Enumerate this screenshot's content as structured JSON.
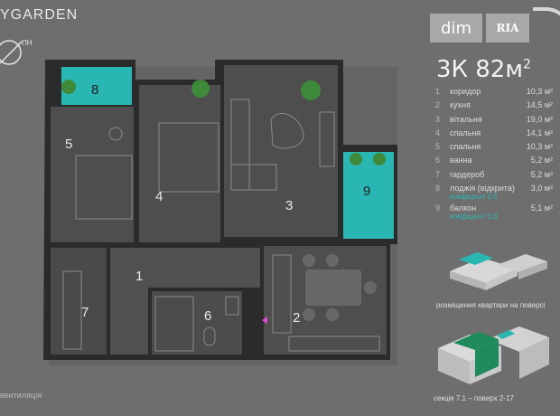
{
  "brand": "YGARDEN",
  "compass_label": "ПН",
  "logo": {
    "dim": "dim",
    "ria": "RIA"
  },
  "title": {
    "text": "3К 82м",
    "sup": "2"
  },
  "rooms": [
    {
      "num": "1",
      "name": "коридор",
      "area": "10,3 м²"
    },
    {
      "num": "2",
      "name": "кухня",
      "area": "14,5 м²"
    },
    {
      "num": "3",
      "name": "вітальня",
      "area": "19,0 м²"
    },
    {
      "num": "4",
      "name": "спальня",
      "area": "14,1 м²"
    },
    {
      "num": "5",
      "name": "спальня",
      "area": "10,3 м²"
    },
    {
      "num": "6",
      "name": "ванна",
      "area": "5,2 м²"
    },
    {
      "num": "7",
      "name": "гардероб",
      "area": "5,2 м²"
    },
    {
      "num": "8",
      "name": "лоджія (відкрита)",
      "area": "3,0 м²",
      "coef": "коефіцієнт 0,5"
    },
    {
      "num": "9",
      "name": "балкон",
      "area": "5,1 м²",
      "coef": "коефіцієнт 0,3"
    }
  ],
  "floor_caption": "розміщення квартири на поверсі",
  "section_caption": "секція 7.1 – поверх 2-17",
  "plan_labels": [
    "1",
    "2",
    "3",
    "4",
    "5",
    "6",
    "7",
    "8",
    "9"
  ],
  "vent": "вентиляція",
  "colors": {
    "teal": "#2ab7b4",
    "wall": "#2b2b2b",
    "floor": "#4f4f4f",
    "background": "#6e6e6e",
    "green": "#1f8a5c"
  }
}
